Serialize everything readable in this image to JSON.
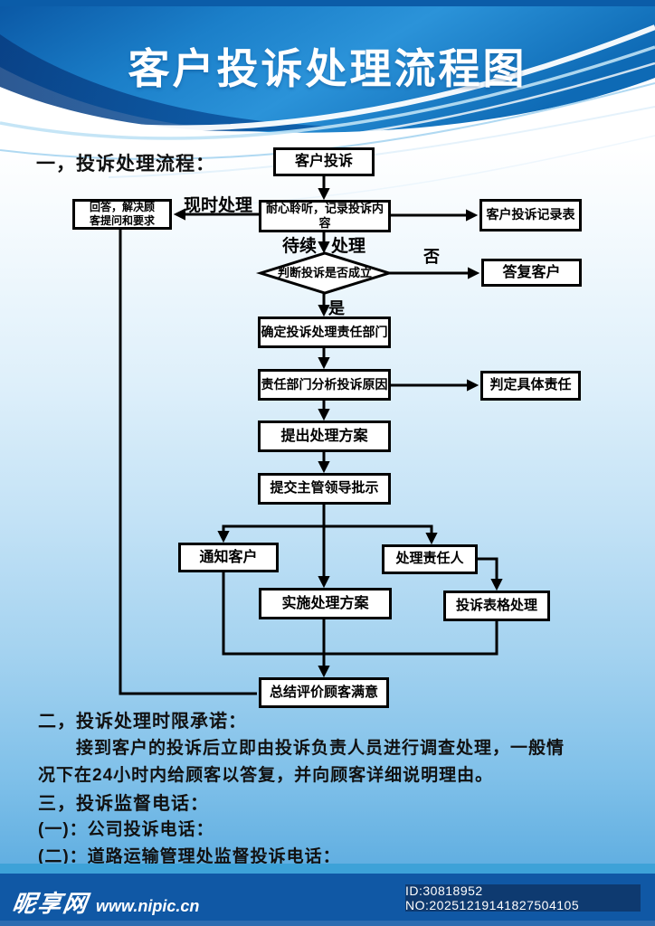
{
  "header": {
    "title": "客户投诉处理流程图"
  },
  "sections": {
    "s1_heading": "一，投诉处理流程：",
    "s2_heading": "二，投诉处理时限承诺：",
    "s2_line1": "接到客户的投诉后立即由投诉负责人员进行调查处理，一般情",
    "s2_line2": "况下在24小时内给顾客以答复，并向顾客详细说明理由。",
    "s3_heading": "三，投诉监督电话：",
    "s3_item1": "(一)：公司投诉电话：",
    "s3_item2": "(二)：道路运输管理处监督投诉电话："
  },
  "flowchart": {
    "nodes": {
      "customer_complaint": "客户投诉",
      "listen_record": "耐心聆听，记录投诉内容",
      "answer_solve_line1": "回答，解决顾",
      "answer_solve_line2": "客提问和要求",
      "record_form": "客户投诉记录表",
      "judge_valid": "判断投诉是否成立",
      "reply_customer": "答复客户",
      "determine_dept": "确定投诉处理责任部门",
      "analyze_cause": "责任部门分析投诉原因",
      "judge_responsibility": "判定具体责任",
      "propose_plan": "提出处理方案",
      "submit_leader": "提交主管领导批示",
      "notify_customer": "通知客户",
      "handler": "处理责任人",
      "implement_plan": "实施处理方案",
      "form_processing": "投诉表格处理",
      "summarize": "总结评价顾客满意"
    },
    "labels": {
      "immediate": "现时处理",
      "pending": "待续",
      "handle": "处理",
      "no": "否",
      "yes": "是"
    }
  },
  "footer": {
    "site_name": "昵享网",
    "site_url": "www.nipic.cn",
    "id_text": "ID:30818952 NO:20251219141827504105"
  },
  "colors": {
    "header_blue": "#0f6cb8",
    "header_deep_blue": "#0a4f97",
    "body_bottom_blue": "#55a7db",
    "footer_bar": "#1058a5",
    "footer_strip": "#3da2d8",
    "id_box_bg": "#0e3a70",
    "line_black": "#000000"
  }
}
